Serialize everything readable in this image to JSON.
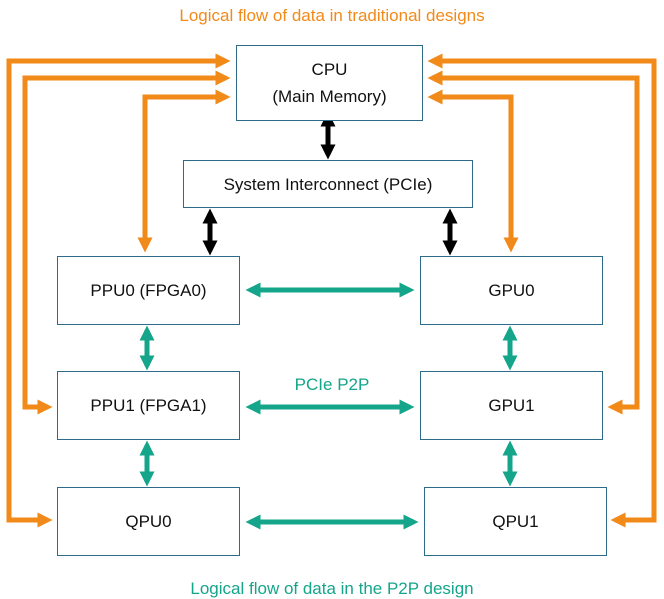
{
  "captions": {
    "top": "Logical flow of data in traditional designs",
    "bottom": "Logical flow of data in the P2P design"
  },
  "nodes": {
    "cpu": {
      "line1": "CPU",
      "line2": "(Main Memory)"
    },
    "system_interconnect": "System Interconnect (PCIe)",
    "ppu0": "PPU0 (FPGA0)",
    "gpu0": "GPU0",
    "ppu1": "PPU1 (FPGA1)",
    "gpu1": "GPU1",
    "qpu0": "QPU0",
    "qpu1": "QPU1"
  },
  "p2p_label": "PCIe P2P",
  "colors": {
    "traditional_flow": "#f28a1a",
    "p2p_flow": "#14a58a",
    "interconnect_link": "#000000",
    "box_border": "#2e6b8a"
  }
}
